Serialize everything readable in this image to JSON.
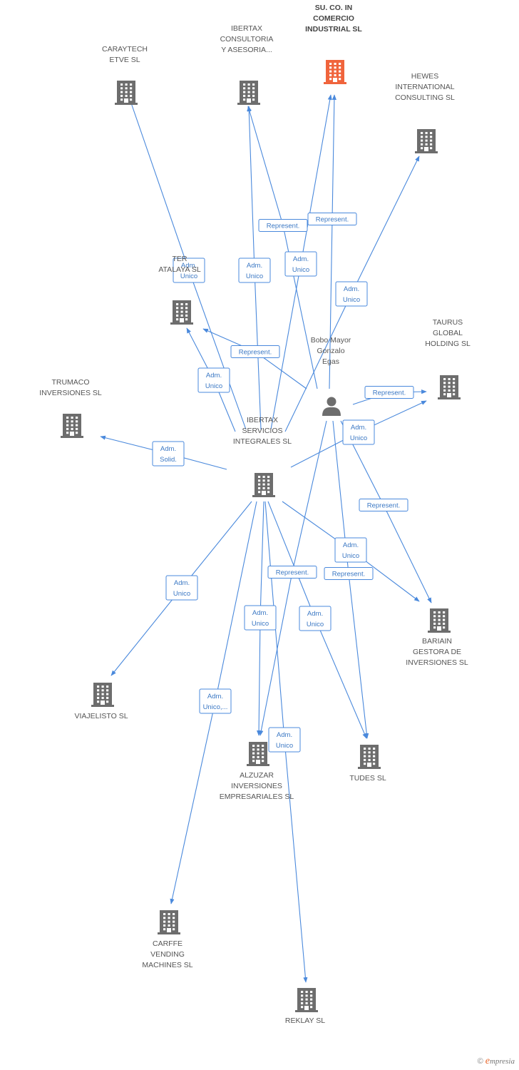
{
  "colors": {
    "edge": "#4a89dc",
    "building": "#6d6d6d",
    "highlight": "#f0643c",
    "person": "#6d6d6d"
  },
  "nodes": [
    {
      "id": "su_co",
      "type": "company",
      "highlight": true,
      "label": [
        "SU. CO. IN",
        "COMERCIO",
        "INDUSTRIAL SL"
      ]
    },
    {
      "id": "caraytech",
      "type": "company",
      "label": [
        "CARAYTECH",
        "ETVE SL"
      ]
    },
    {
      "id": "ibertax_cons",
      "type": "company",
      "label": [
        "IBERTAX",
        "CONSULTORIA",
        "Y ASESORIA..."
      ]
    },
    {
      "id": "hewes",
      "type": "company",
      "label": [
        "HEWES",
        "INTERNATIONAL",
        "CONSULTING SL"
      ]
    },
    {
      "id": "atalaya",
      "type": "company",
      "label": [
        "TER",
        "ATALAYA SL"
      ]
    },
    {
      "id": "bobo",
      "type": "person",
      "label": [
        "Bobo Mayor",
        "Gonzalo",
        "Egas"
      ]
    },
    {
      "id": "taurus",
      "type": "company",
      "label": [
        "TAURUS",
        "GLOBAL",
        "HOLDING SL"
      ]
    },
    {
      "id": "trumaco",
      "type": "company",
      "label": [
        "TRUMACO",
        "INVERSIONES SL"
      ]
    },
    {
      "id": "ibertax_serv",
      "type": "company",
      "label": [
        "IBERTAX",
        "SERVICIOS",
        "INTEGRALES SL"
      ]
    },
    {
      "id": "bariain",
      "type": "company",
      "label": [
        "BARIAIN",
        "GESTORA DE",
        "INVERSIONES SL"
      ]
    },
    {
      "id": "viajelisto",
      "type": "company",
      "label": [
        "VIAJELISTO SL"
      ]
    },
    {
      "id": "alzuzar",
      "type": "company",
      "label": [
        "ALZUZAR",
        "INVERSIONES",
        "EMPRESARIALES SL"
      ]
    },
    {
      "id": "tudes",
      "type": "company",
      "label": [
        "TUDES SL"
      ]
    },
    {
      "id": "carffe",
      "type": "company",
      "label": [
        "CARFFE",
        "VENDING",
        "MACHINES SL"
      ]
    },
    {
      "id": "reklay",
      "type": "company",
      "label": [
        "REKLAY SL"
      ]
    }
  ],
  "edges": [
    {
      "from": "ibertax_serv",
      "to": "caraytech",
      "label": [
        "Adm.",
        "Unico"
      ]
    },
    {
      "from": "ibertax_serv",
      "to": "ibertax_cons",
      "label": [
        "Adm.",
        "Unico"
      ]
    },
    {
      "from": "ibertax_serv",
      "to": "su_co",
      "label": [
        "Adm.",
        "Unico"
      ]
    },
    {
      "from": "ibertax_serv",
      "to": "hewes",
      "label": [
        "Adm.",
        "Unico"
      ]
    },
    {
      "from": "ibertax_serv",
      "to": "atalaya",
      "label": [
        "Adm.",
        "Unico"
      ]
    },
    {
      "from": "ibertax_serv",
      "to": "trumaco",
      "label": [
        "Adm.",
        "Solid."
      ]
    },
    {
      "from": "ibertax_serv",
      "to": "taurus",
      "label": [
        "Adm.",
        "Unico"
      ]
    },
    {
      "from": "ibertax_serv",
      "to": "viajelisto",
      "label": [
        "Adm.",
        "Unico"
      ]
    },
    {
      "from": "ibertax_serv",
      "to": "alzuzar",
      "label": [
        "Adm.",
        "Unico"
      ]
    },
    {
      "from": "ibertax_serv",
      "to": "tudes",
      "label": [
        "Adm.",
        "Unico"
      ]
    },
    {
      "from": "ibertax_serv",
      "to": "bariain",
      "label": [
        "Adm.",
        "Unico"
      ]
    },
    {
      "from": "ibertax_serv",
      "to": "carffe",
      "label": [
        "Adm.",
        "Unico,..."
      ]
    },
    {
      "from": "ibertax_serv",
      "to": "reklay",
      "label": [
        "Adm.",
        "Unico"
      ]
    },
    {
      "from": "bobo",
      "to": "ibertax_cons",
      "label": [
        "Represent."
      ]
    },
    {
      "from": "bobo",
      "to": "su_co",
      "label": [
        "Represent."
      ]
    },
    {
      "from": "bobo",
      "to": "atalaya",
      "label": [
        "Represent."
      ]
    },
    {
      "from": "bobo",
      "to": "taurus",
      "label": [
        "Represent."
      ]
    },
    {
      "from": "bobo",
      "to": "bariain",
      "label": [
        "Represent."
      ]
    },
    {
      "from": "bobo",
      "to": "alzuzar",
      "label": [
        "Represent."
      ]
    },
    {
      "from": "bobo",
      "to": "tudes",
      "label": [
        "Represent."
      ]
    }
  ],
  "footer": {
    "copyright": "©",
    "brand_initial": "e",
    "brand_rest": "mpresia"
  }
}
